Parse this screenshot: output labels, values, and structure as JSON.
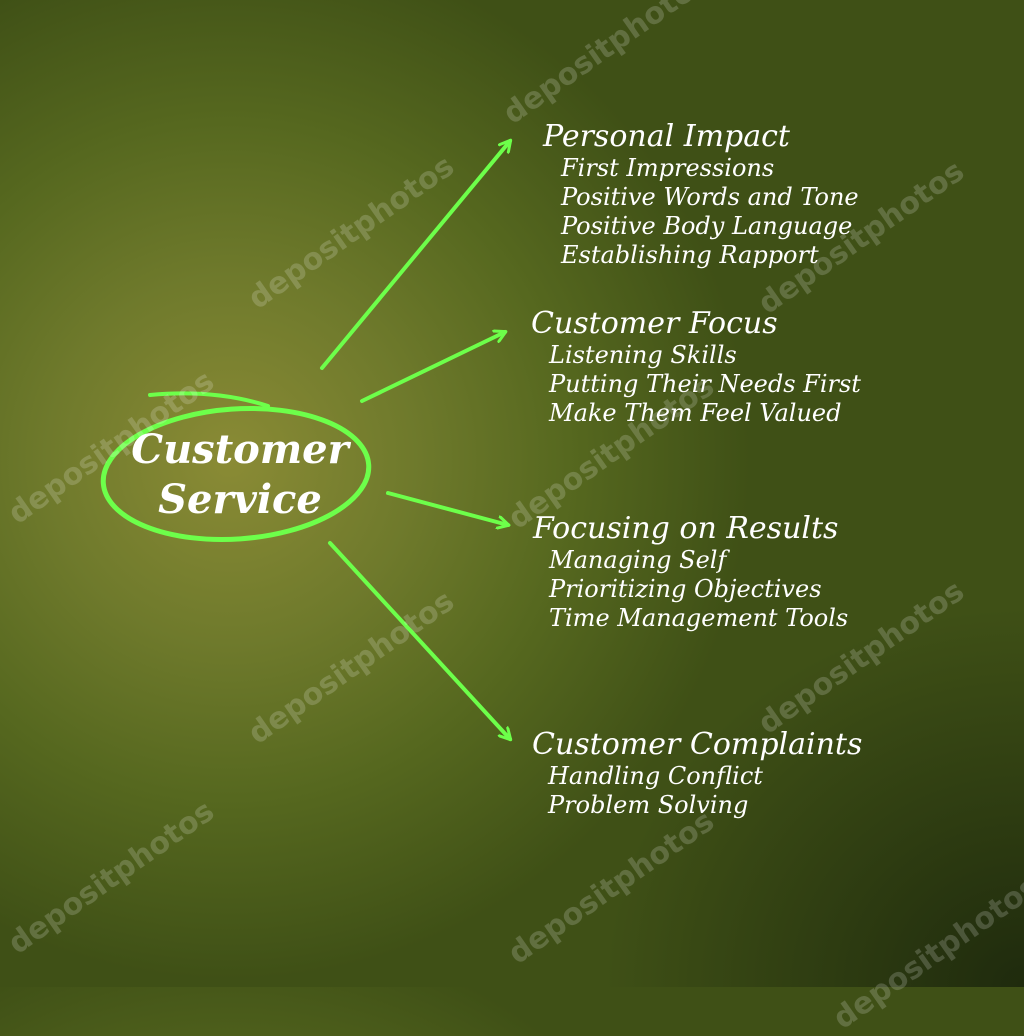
{
  "diagram": {
    "center": {
      "line1": "Customer",
      "line2": "Service"
    },
    "branches": [
      {
        "title": "Personal Impact",
        "items": [
          "First Impressions",
          "Positive Words and Tone",
          "Positive Body Language",
          "Establishing Rapport"
        ]
      },
      {
        "title": "Customer Focus",
        "items": [
          "Listening Skills",
          "Putting Their Needs First",
          "Make Them Feel Valued"
        ]
      },
      {
        "title": "Focusing on Results",
        "items": [
          "Managing Self",
          "Prioritizing Objectives",
          "Time Management Tools"
        ]
      },
      {
        "title": "Customer Complaints",
        "items": [
          "Handling Conflict",
          "Problem Solving"
        ]
      }
    ]
  },
  "watermark": {
    "text": "depositphotos"
  },
  "colors": {
    "accent": "#6dff4a",
    "text": "#ffffff",
    "background": "#5a6a22"
  }
}
